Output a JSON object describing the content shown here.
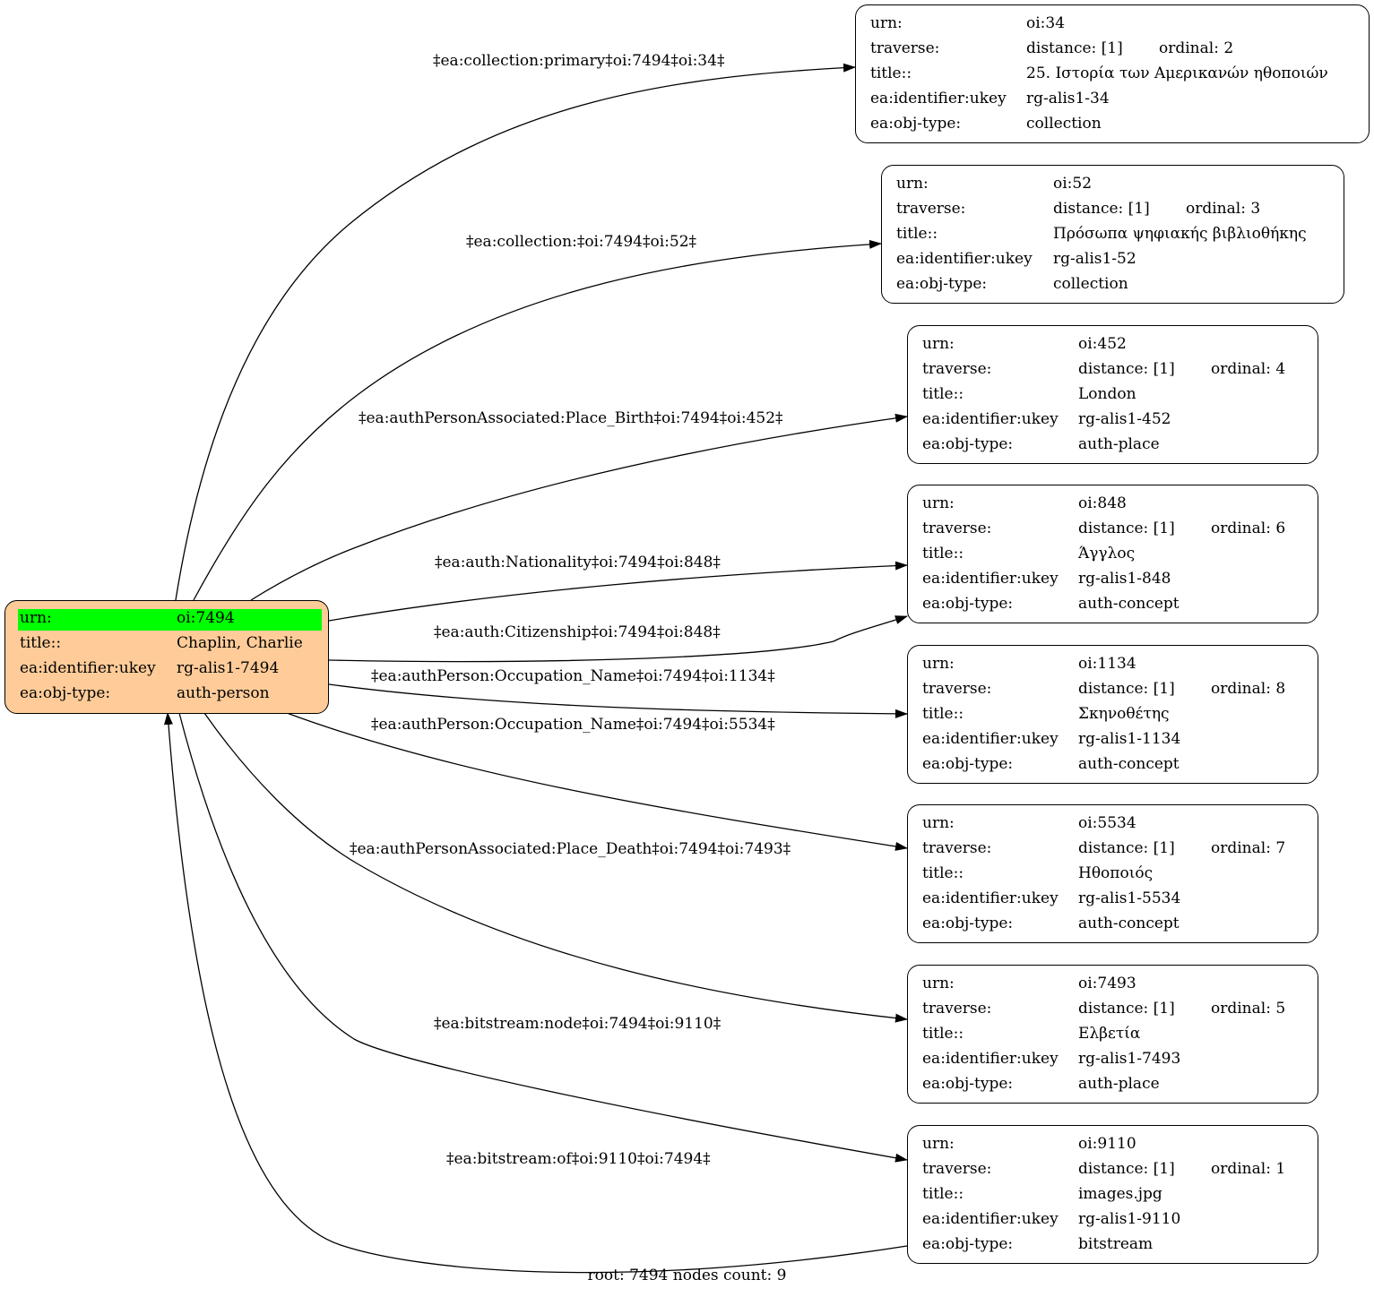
{
  "root": {
    "rows": [
      {
        "key": "urn:",
        "value": "oi:7494"
      },
      {
        "key": "title::",
        "value": "Chaplin, Charlie"
      },
      {
        "key": "ea:identifier:ukey",
        "value": "rg-alis1-7494"
      },
      {
        "key": "ea:obj-type:",
        "value": "auth-person"
      }
    ],
    "fill": "#ffcc99",
    "highlight": "#00ff00"
  },
  "nodes": [
    {
      "urn_key": "urn:",
      "urn": "oi:34",
      "traverse_key": "traverse:",
      "distance": "distance: [1]",
      "ordinal": "ordinal: 2",
      "title_key": "title::",
      "title": "25. Ιστορία των Αμερικανών ηθοποιών",
      "ukey_key": "ea:identifier:ukey",
      "ukey": "rg-alis1-34",
      "type_key": "ea:obj-type:",
      "type": "collection"
    },
    {
      "urn_key": "urn:",
      "urn": "oi:52",
      "traverse_key": "traverse:",
      "distance": "distance: [1]",
      "ordinal": "ordinal: 3",
      "title_key": "title::",
      "title": "Πρόσωπα ψηφιακής βιβλιοθήκης",
      "ukey_key": "ea:identifier:ukey",
      "ukey": "rg-alis1-52",
      "type_key": "ea:obj-type:",
      "type": "collection"
    },
    {
      "urn_key": "urn:",
      "urn": "oi:452",
      "traverse_key": "traverse:",
      "distance": "distance: [1]",
      "ordinal": "ordinal: 4",
      "title_key": "title::",
      "title": "London",
      "ukey_key": "ea:identifier:ukey",
      "ukey": "rg-alis1-452",
      "type_key": "ea:obj-type:",
      "type": "auth-place"
    },
    {
      "urn_key": "urn:",
      "urn": "oi:848",
      "traverse_key": "traverse:",
      "distance": "distance: [1]",
      "ordinal": "ordinal: 6",
      "title_key": "title::",
      "title": "Άγγλος",
      "ukey_key": "ea:identifier:ukey",
      "ukey": "rg-alis1-848",
      "type_key": "ea:obj-type:",
      "type": "auth-concept"
    },
    {
      "urn_key": "urn:",
      "urn": "oi:1134",
      "traverse_key": "traverse:",
      "distance": "distance: [1]",
      "ordinal": "ordinal: 8",
      "title_key": "title::",
      "title": "Σκηνοθέτης",
      "ukey_key": "ea:identifier:ukey",
      "ukey": "rg-alis1-1134",
      "type_key": "ea:obj-type:",
      "type": "auth-concept"
    },
    {
      "urn_key": "urn:",
      "urn": "oi:5534",
      "traverse_key": "traverse:",
      "distance": "distance: [1]",
      "ordinal": "ordinal: 7",
      "title_key": "title::",
      "title": "Ηθοποιός",
      "ukey_key": "ea:identifier:ukey",
      "ukey": "rg-alis1-5534",
      "type_key": "ea:obj-type:",
      "type": "auth-concept"
    },
    {
      "urn_key": "urn:",
      "urn": "oi:7493",
      "traverse_key": "traverse:",
      "distance": "distance: [1]",
      "ordinal": "ordinal: 5",
      "title_key": "title::",
      "title": "Ελβετία",
      "ukey_key": "ea:identifier:ukey",
      "ukey": "rg-alis1-7493",
      "type_key": "ea:obj-type:",
      "type": "auth-place"
    },
    {
      "urn_key": "urn:",
      "urn": "oi:9110",
      "traverse_key": "traverse:",
      "distance": "distance: [1]",
      "ordinal": "ordinal: 1",
      "title_key": "title::",
      "title": "images.jpg",
      "ukey_key": "ea:identifier:ukey",
      "ukey": "rg-alis1-9110",
      "type_key": "ea:obj-type:",
      "type": "bitstream"
    }
  ],
  "edges": [
    {
      "label": "‡ea:collection:primary‡oi:7494‡oi:34‡"
    },
    {
      "label": "‡ea:collection:‡oi:7494‡oi:52‡"
    },
    {
      "label": "‡ea:authPersonAssociated:Place_Birth‡oi:7494‡oi:452‡"
    },
    {
      "label": "‡ea:auth:Nationality‡oi:7494‡oi:848‡"
    },
    {
      "label": "‡ea:auth:Citizenship‡oi:7494‡oi:848‡"
    },
    {
      "label": "‡ea:authPerson:Occupation_Name‡oi:7494‡oi:1134‡"
    },
    {
      "label": "‡ea:authPerson:Occupation_Name‡oi:7494‡oi:5534‡"
    },
    {
      "label": "‡ea:authPersonAssociated:Place_Death‡oi:7494‡oi:7493‡"
    },
    {
      "label": "‡ea:bitstream:node‡oi:7494‡oi:9110‡"
    },
    {
      "label": "‡ea:bitstream:of‡oi:9110‡oi:7494‡"
    }
  ],
  "footer": "root: 7494 nodes count: 9"
}
